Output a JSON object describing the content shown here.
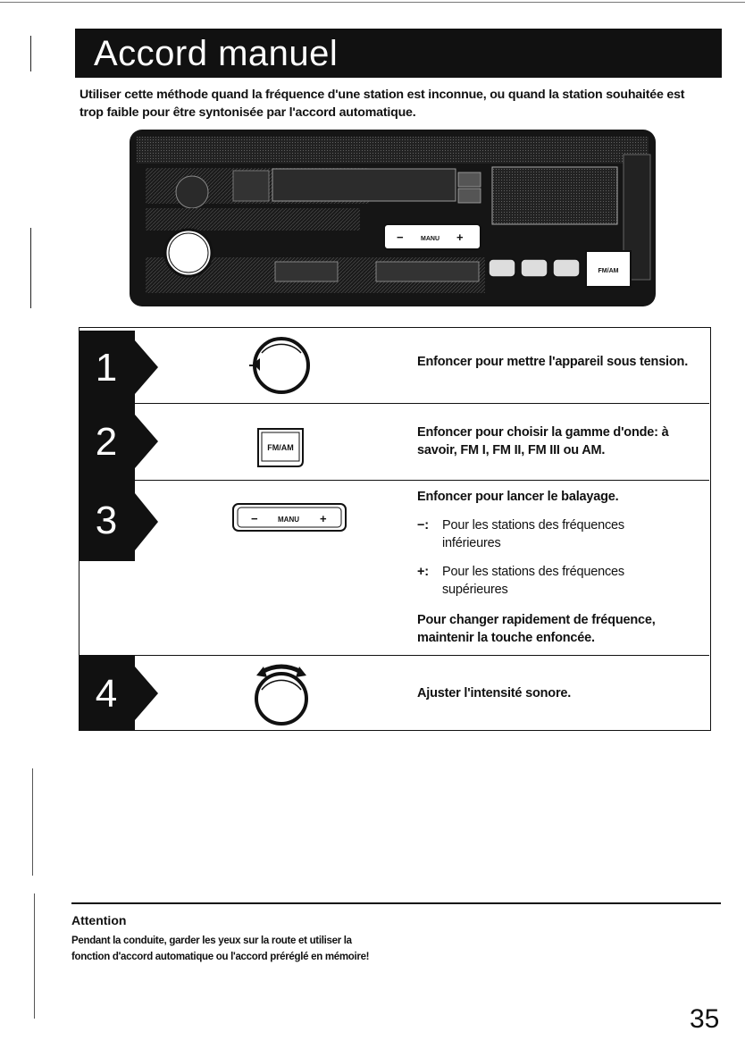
{
  "title": "Accord manuel",
  "intro": "Utiliser cette méthode quand la fréquence d'une station est inconnue, ou quand la station souhaitée est trop faible pour être syntonisée par l'accord automatique.",
  "device": {
    "manu_label": "MANU",
    "minus": "−",
    "plus": "+",
    "fmam_label": "FM/AM"
  },
  "steps": [
    {
      "number": "1",
      "icon": "knob-press-icon",
      "text": "Enfoncer pour mettre l'appareil sous tension."
    },
    {
      "number": "2",
      "icon": "fm-am-button-icon",
      "button_label": "FM/AM",
      "text": "Enfoncer pour choisir la gamme d'onde: à savoir, FM I, FM II, FM III ou AM."
    },
    {
      "number": "3",
      "icon": "manu-rocker-icon",
      "button_label": "MANU",
      "button_minus": "−",
      "button_plus": "+",
      "text": "Enfoncer pour lancer le balayage.",
      "items": [
        {
          "symbol": "−:",
          "text": "Pour les stations des fréquences",
          "text2": "inférieures"
        },
        {
          "symbol": "+:",
          "text": "Pour les stations des fréquences",
          "text2": "supérieures"
        }
      ],
      "text_after": "Pour changer rapidement de fréquence, maintenir la touche enfoncée."
    },
    {
      "number": "4",
      "icon": "knob-rotate-icon",
      "text": "Ajuster l'intensité sonore."
    }
  ],
  "attention": {
    "title": "Attention",
    "body": "Pendant la conduite, garder les yeux sur la route et utiliser la fonction d'accord automatique ou l'accord préréglé en mémoire!"
  },
  "page_number": "35"
}
